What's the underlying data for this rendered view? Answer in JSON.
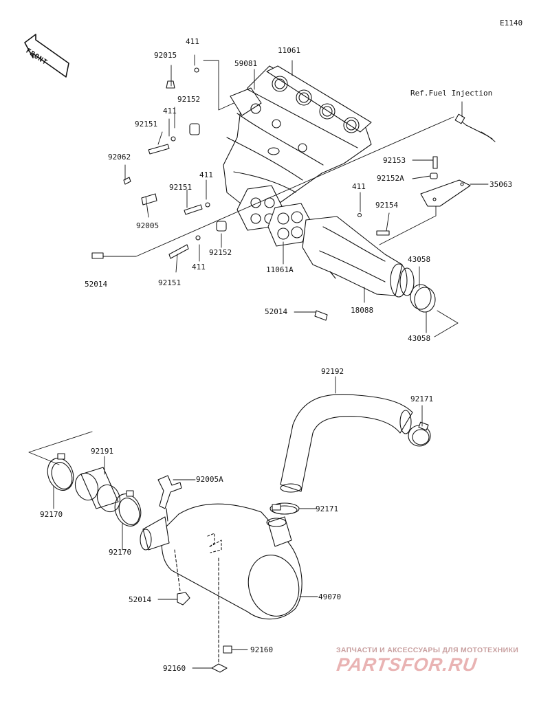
{
  "diagram_code": "E1140",
  "front_label": "FRONT",
  "ref_note": "Ref.Fuel Injection",
  "callouts": [
    {
      "id": "c-411-a",
      "text": "411"
    },
    {
      "id": "c-92015",
      "text": "92015"
    },
    {
      "id": "c-11061",
      "text": "11061"
    },
    {
      "id": "c-59081",
      "text": "59081"
    },
    {
      "id": "c-92152-a",
      "text": "92152"
    },
    {
      "id": "c-411-b",
      "text": "411"
    },
    {
      "id": "c-92151-a",
      "text": "92151"
    },
    {
      "id": "c-92062",
      "text": "92062"
    },
    {
      "id": "c-411-c",
      "text": "411"
    },
    {
      "id": "c-92151-b",
      "text": "92151"
    },
    {
      "id": "c-92005",
      "text": "92005"
    },
    {
      "id": "c-92152-b",
      "text": "92152"
    },
    {
      "id": "c-411-d",
      "text": "411"
    },
    {
      "id": "c-52014-a",
      "text": "52014"
    },
    {
      "id": "c-92151-c",
      "text": "92151"
    },
    {
      "id": "c-11061a",
      "text": "11061A"
    },
    {
      "id": "c-411-e",
      "text": "411"
    },
    {
      "id": "c-92153",
      "text": "92153"
    },
    {
      "id": "c-92152a",
      "text": "92152A"
    },
    {
      "id": "c-35063",
      "text": "35063"
    },
    {
      "id": "c-92154",
      "text": "92154"
    },
    {
      "id": "c-43058-a",
      "text": "43058"
    },
    {
      "id": "c-52014-b",
      "text": "52014"
    },
    {
      "id": "c-18088",
      "text": "18088"
    },
    {
      "id": "c-43058-b",
      "text": "43058"
    },
    {
      "id": "c-92192",
      "text": "92192"
    },
    {
      "id": "c-92171-a",
      "text": "92171"
    },
    {
      "id": "c-92191",
      "text": "92191"
    },
    {
      "id": "c-92005a",
      "text": "92005A"
    },
    {
      "id": "c-92170-a",
      "text": "92170"
    },
    {
      "id": "c-92171-b",
      "text": "92171"
    },
    {
      "id": "c-92170-b",
      "text": "92170"
    },
    {
      "id": "c-52014-c",
      "text": "52014"
    },
    {
      "id": "c-49070",
      "text": "49070"
    },
    {
      "id": "c-92160-a",
      "text": "92160"
    },
    {
      "id": "c-92160-b",
      "text": "92160"
    }
  ],
  "watermark": {
    "tagline": "ЗАПЧАСТИ И АКСЕССУАРЫ ДЛЯ МОТОТЕХНИКИ",
    "brand": "PARTSFOR.RU"
  },
  "colors": {
    "line": "#111111",
    "watermark": "#e2a3a3"
  }
}
